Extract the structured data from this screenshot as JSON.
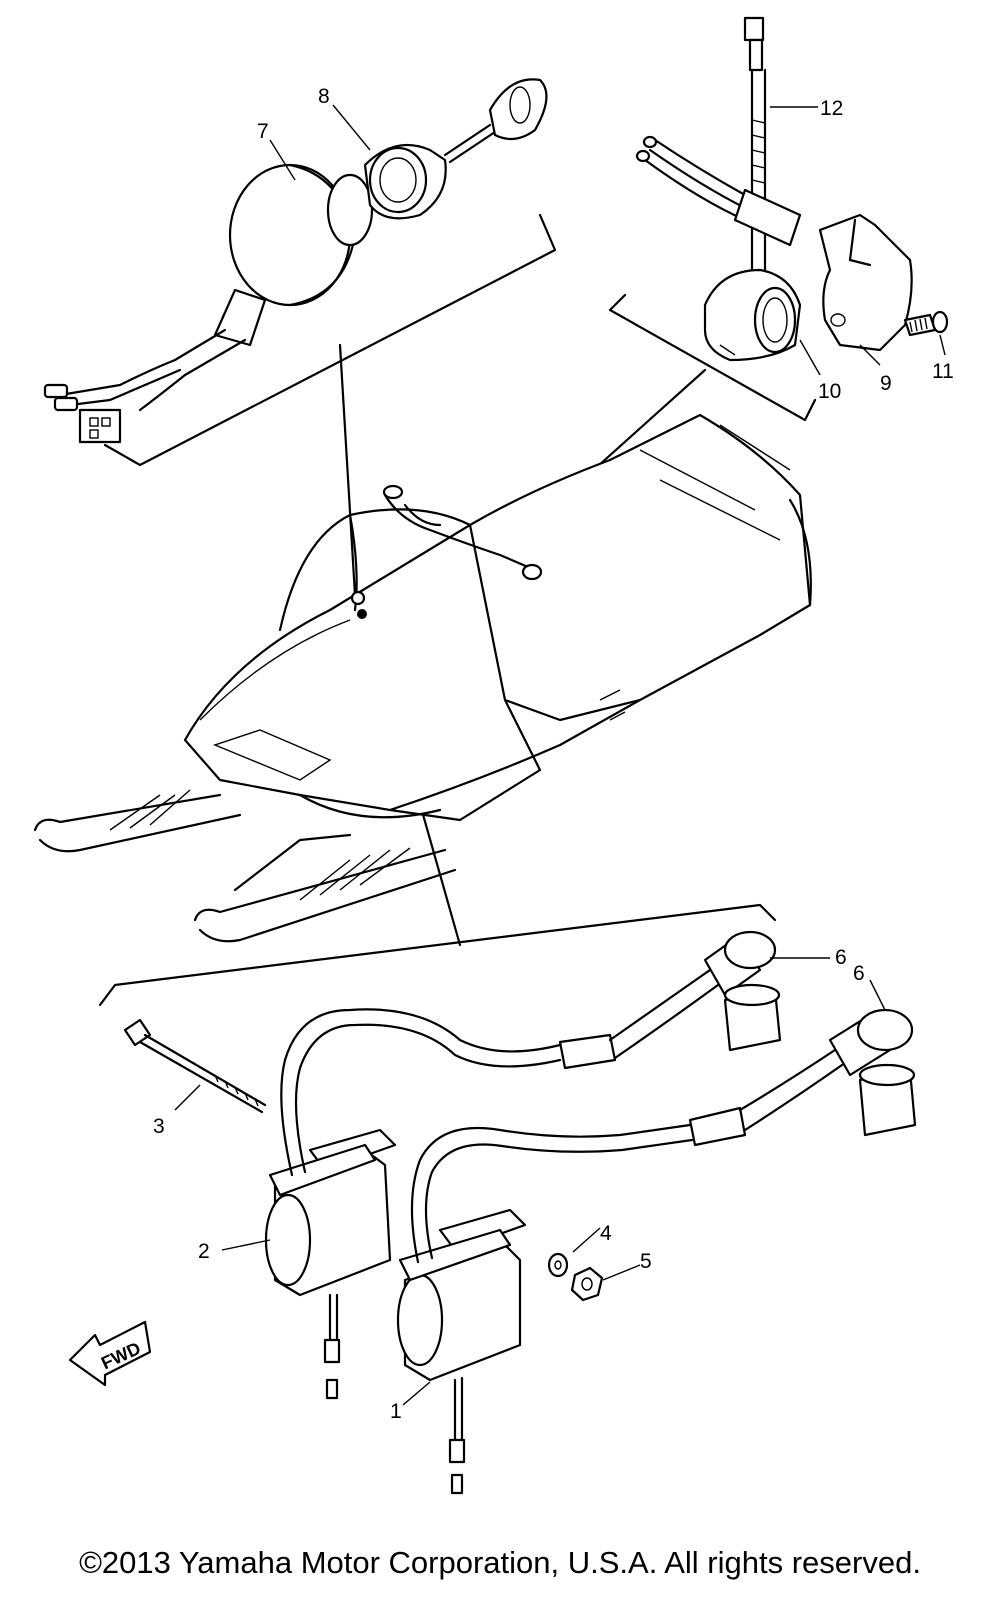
{
  "callouts": [
    {
      "id": "1",
      "text": "1"
    },
    {
      "id": "2",
      "text": "2"
    },
    {
      "id": "3",
      "text": "3"
    },
    {
      "id": "4",
      "text": "4"
    },
    {
      "id": "5",
      "text": "5"
    },
    {
      "id": "6a",
      "text": "6"
    },
    {
      "id": "6b",
      "text": "6"
    },
    {
      "id": "7",
      "text": "7"
    },
    {
      "id": "8",
      "text": "8"
    },
    {
      "id": "9",
      "text": "9"
    },
    {
      "id": "10",
      "text": "10"
    },
    {
      "id": "11",
      "text": "11"
    },
    {
      "id": "12",
      "text": "12"
    }
  ],
  "fwd_label": "FWD",
  "copyright": "©2013 Yamaha Motor Corporation, U.S.A. All rights reserved."
}
